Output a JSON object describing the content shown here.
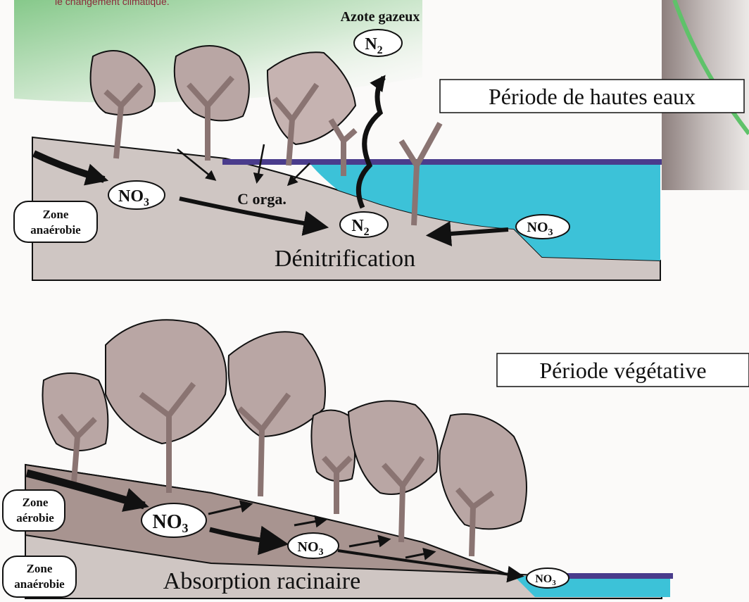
{
  "caption": "le changement climatique.",
  "top_panel": {
    "title": "Période de hautes eaux",
    "gas_label": "Azote gazeux",
    "n2_top": "N",
    "n2_top_sub": "2",
    "no3_left": "NO",
    "no3_left_sub": "3",
    "c_orga": "C orga.",
    "n2_mid": "N",
    "n2_mid_sub": "2",
    "no3_right": "NO",
    "no3_right_sub": "3",
    "zone_line1": "Zone",
    "zone_line2": "anaérobie",
    "process": "Dénitrification"
  },
  "bottom_panel": {
    "title": "Période végétative",
    "zone_aero_line1": "Zone",
    "zone_aero_line2": "aérobie",
    "zone_anaero_line1": "Zone",
    "zone_anaero_line2": "anaérobie",
    "no3_big": "NO",
    "no3_big_sub": "3",
    "no3_mid": "NO",
    "no3_mid_sub": "3",
    "no3_small": "NO",
    "no3_small_sub": "3",
    "process": "Absorption racinaire"
  },
  "colors": {
    "water": "#3cc2d8",
    "water_line": "#4a3c8c",
    "soil": "#cfc6c3",
    "soil_upper": "#a89490",
    "tree": "#b9a6a4",
    "accent_green": "#5fc26a"
  }
}
